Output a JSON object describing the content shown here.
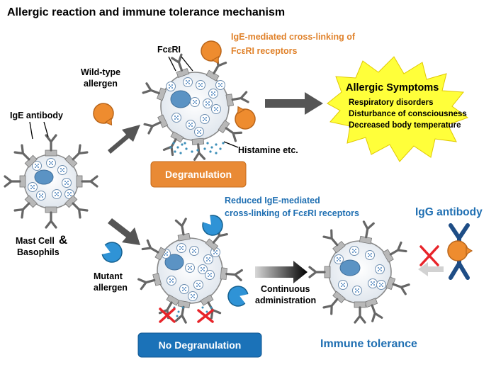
{
  "title": "Allergic reaction and immune tolerance mechanism",
  "labels": {
    "ige_antibody": "IgE antibody",
    "mast_cell_line1": "Mast Cell",
    "mast_cell_amp": "&",
    "mast_cell_line2": "Basophils",
    "wild_type_line1": "Wild-type",
    "wild_type_line2": "allergen",
    "mutant_line1": "Mutant",
    "mutant_line2": "allergen",
    "fceri": "FcεRI",
    "ige_crosslink_line1": "IgE-mediated  cross-linking  of",
    "ige_crosslink_line2": "FcεRI receptors",
    "reduced_line1": "Reduced IgE-mediated",
    "reduced_line2": "cross-linking  of FcεRI receptors",
    "histamine": "Histamine etc.",
    "continuous_line1": "Continuous",
    "continuous_line2": "administration",
    "igg_antibody": "IgG antibody",
    "immune_tolerance": "Immune tolerance"
  },
  "buttons": {
    "degranulation": "Degranulation",
    "no_degranulation": "No Degranulation"
  },
  "symptoms": {
    "title": "Allergic Symptoms",
    "items": [
      "Respiratory disorders",
      "Disturbance of consciousness",
      "Decreased body temperature"
    ]
  },
  "colors": {
    "orange": "#e0822b",
    "blue": "#1f6fb2",
    "burst_yellow": "#ffff3a",
    "cell_fill": "#e9eef3",
    "nucleus": "#5b93c4",
    "cross_red": "#e8242a"
  }
}
